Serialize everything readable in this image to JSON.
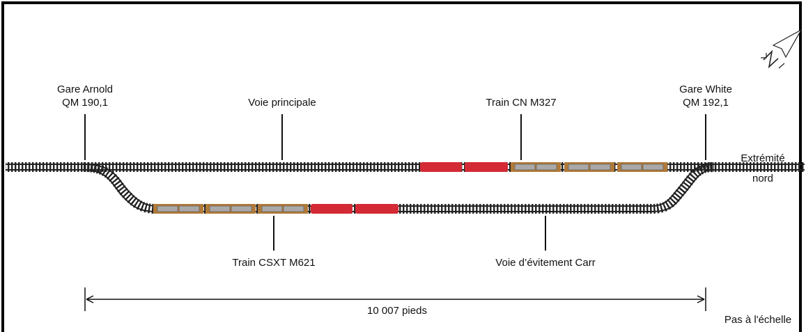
{
  "stations": {
    "arnold": {
      "line1": "Gare Arnold",
      "line2": "QM 190,1"
    },
    "white": {
      "line1": "Gare White",
      "line2": "QM 192,1"
    }
  },
  "labels": {
    "main_track": "Voie principale",
    "train_cn": "Train CN M327",
    "train_csxt": "Train CSXT M621",
    "siding": "Voie d’évitement Carr",
    "north_end_1": "Extrémité",
    "north_end_2": "nord",
    "distance": "10 007 pieds",
    "not_to_scale": "Pas à l'échelle"
  },
  "icons": {
    "compass": "north-arrow-icon"
  },
  "colors": {
    "locomotive": "#d42a35",
    "railcar_body": "#b07a3a",
    "railcar_load": "#a9a9a9",
    "track": "#222222"
  }
}
